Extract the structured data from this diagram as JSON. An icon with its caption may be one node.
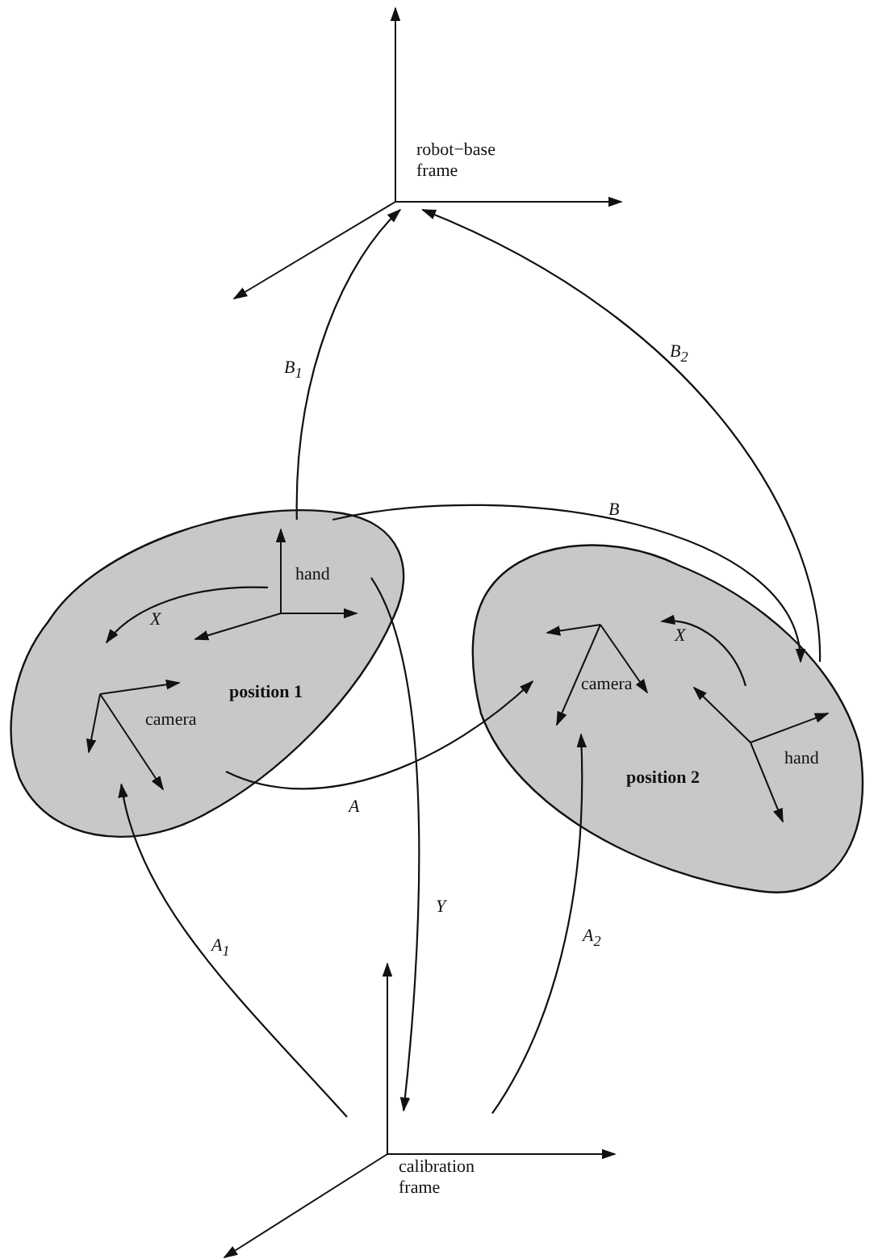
{
  "diagram": {
    "nodes": [
      {
        "text": [
          "position 1"
        ]
      },
      {
        "text": [
          "hand"
        ],
        "in": 0
      },
      {
        "text": [
          "camera"
        ],
        "in": 0
      },
      {
        "text": [
          "position 2"
        ]
      },
      {
        "text": [
          "camera"
        ],
        "in": 3
      },
      {
        "text": [
          "hand"
        ],
        "in": 3
      },
      {
        "text": [
          "robot−base frame"
        ]
      },
      {
        "text": [
          "calibration frame"
        ]
      }
    ],
    "edges": [
      {
        "from": 1,
        "to": 6,
        "arrow": "to",
        "label": "B$_{1}$"
      },
      {
        "from": 5,
        "to": 6,
        "arrow": "to",
        "label": "B$_{2}$"
      },
      {
        "from": 1,
        "to": 5,
        "arrow": "to",
        "label": "B"
      },
      {
        "from": 1,
        "to": 2,
        "arrow": "to",
        "label": "X"
      },
      {
        "from": 5,
        "to": 4,
        "arrow": "to",
        "label": "X"
      },
      {
        "from": 2,
        "to": 4,
        "arrow": "to",
        "label": "A"
      },
      {
        "from": 1,
        "to": 7,
        "arrow": "to",
        "label": "Y"
      },
      {
        "from": 7,
        "to": 2,
        "arrow": "to",
        "label": "A$_{1}$"
      },
      {
        "from": 7,
        "to": 4,
        "arrow": "to",
        "label": "A$_{2}$"
      }
    ]
  }
}
